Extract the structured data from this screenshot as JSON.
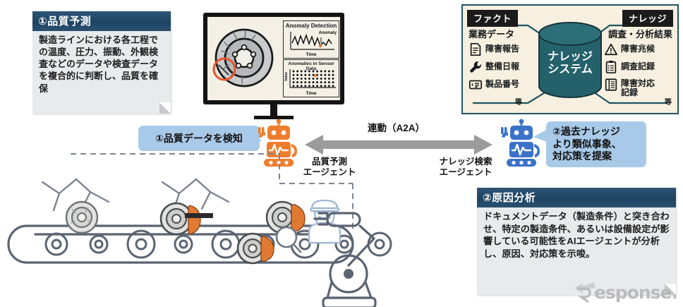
{
  "diagram": {
    "title_visible": false
  },
  "quality_card": {
    "header": "①品質予測",
    "body": "製造ラインにおける各工程での温度、圧力、振動、外観検査などのデータや検査データを複合的に判断し、品質を確保"
  },
  "cause_card": {
    "header": "②原因分析",
    "body": "ドキュメントデータ（製造条件）と突き合わせ、特定の製造条件、あるいは設備設定が影響している可能性をAIエージェントが分析し、原因、対応策を示唆。"
  },
  "monitor": {
    "chart_top": {
      "title": "Anomaly Detection",
      "annotation": "Anomaly",
      "xlabel": "Time"
    },
    "chart_bottom": {
      "title": "Anomalies in Sensor Data",
      "xlabel": "Time",
      "ylabel": "Value"
    }
  },
  "knowledge_system": {
    "center_label_line1": "ナレッジ",
    "center_label_line2": "システム",
    "left_tab": "ファクト",
    "right_tab": "ナレッジ",
    "left_title": "業務データ",
    "right_title": "調査・分析結果",
    "left_items": [
      {
        "icon": "document-icon",
        "label": "障害報告"
      },
      {
        "icon": "wrench-icon",
        "label": "整備日報"
      },
      {
        "icon": "ticket-icon",
        "label": "製品番号"
      }
    ],
    "right_items": [
      {
        "icon": "warning-triangle-icon",
        "label": "障害兆候"
      },
      {
        "icon": "clipboard-icon",
        "label": "調査記録"
      },
      {
        "icon": "ledger-icon",
        "label": "障害対応\n記録"
      }
    ],
    "etc_left": "等",
    "etc_right": "等"
  },
  "agents": {
    "left_bubble": "①品質データを検知",
    "left_label_line1": "品質予測",
    "left_label_line2": "エージェント",
    "right_label_line1": "ナレッジ検索",
    "right_label_line2": "エージェント",
    "right_bubble_line1": "②過去ナレッジ",
    "right_bubble_line2": "より類似事象、",
    "right_bubble_line3": "対応策を提案",
    "link_label": "連動（A2A）"
  },
  "watermark": {
    "text": "esponse."
  },
  "colors": {
    "header_blue": "#214a68",
    "card_grey": "#e9eaec",
    "bubble_blue": "#a8c9e8",
    "orange_agent": "#ef7d2e",
    "blue_agent": "#3a72c9",
    "teal_border": "#1f5560",
    "cylinder_teal": "#25616a",
    "panel_cream": "#f7f0e0",
    "arrow_grey": "#9b9b9b",
    "outline_slate": "#5a6472"
  }
}
